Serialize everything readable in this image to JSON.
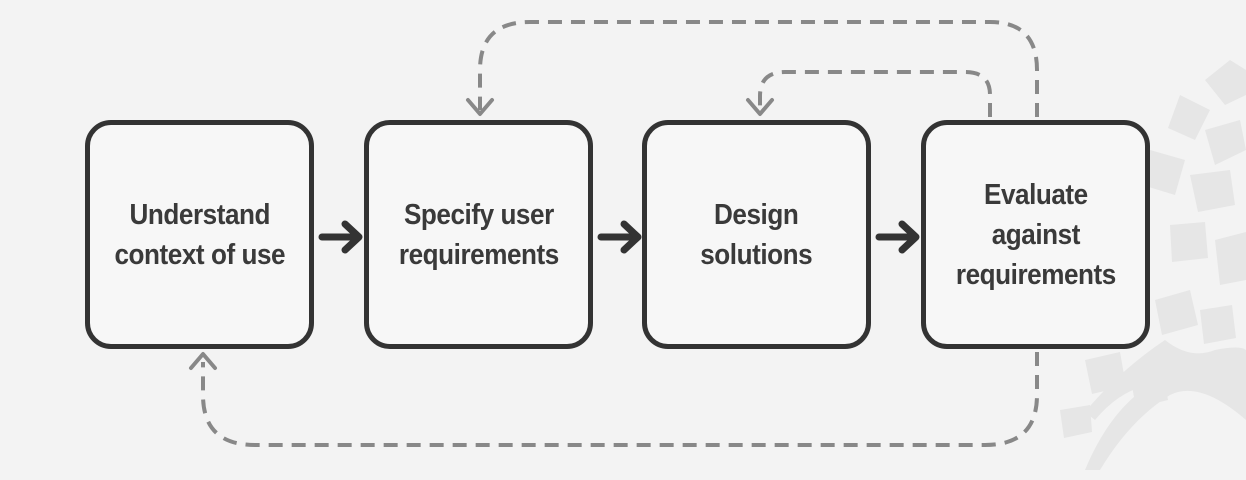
{
  "diagram": {
    "steps": [
      {
        "label": "Understand\ncontext of use"
      },
      {
        "label": "Specify user\nrequirements"
      },
      {
        "label": "Design\nsolutions"
      },
      {
        "label": "Evaluate\nagainst\nrequirements"
      }
    ],
    "colors": {
      "background": "#f3f3f3",
      "box_border": "#333333",
      "box_text": "#3a3a3a",
      "solid_arrow": "#333333",
      "dashed_arrow": "#888888",
      "decoration": "#e6e6e6"
    }
  }
}
